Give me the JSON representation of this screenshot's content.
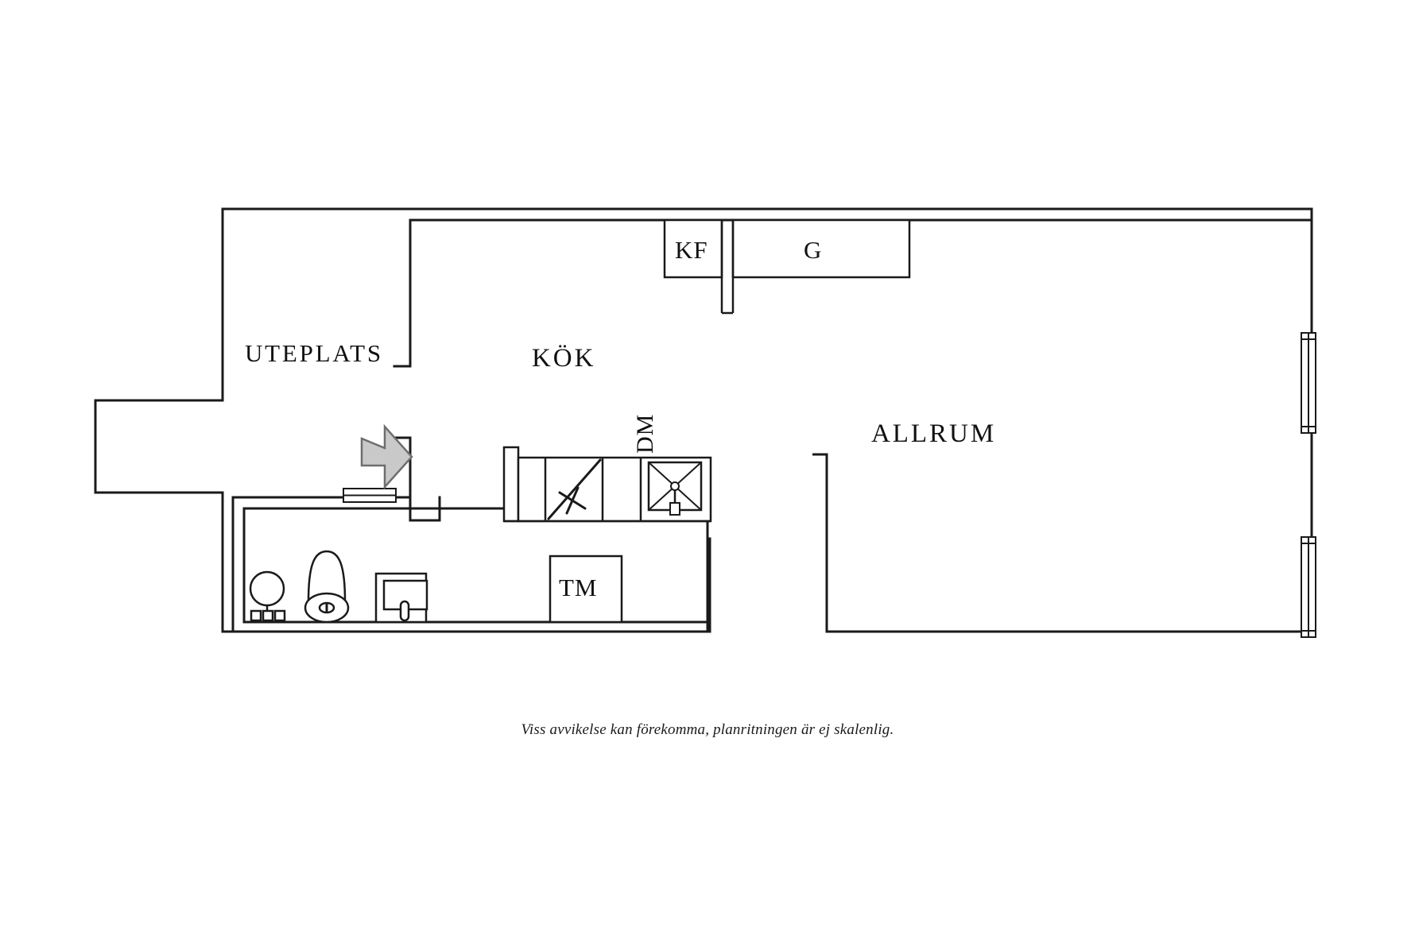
{
  "plan": {
    "title": "Planritning",
    "footer_note": "Viss avvikelse kan förekomma, planritningen är ej skalenlig.",
    "colors": {
      "wall_stroke": "#1a1a1a",
      "thin_stroke": "#2b2b2b",
      "background": "#ffffff",
      "entry_arrow_fill": "#c9c9c9",
      "entry_arrow_stroke": "#6e6e6e",
      "window_fill": "#ffffff",
      "window_stroke": "#1a1a1a"
    },
    "rooms": [
      {
        "id": "uteplats",
        "label": "UTEPLATS",
        "type": "outdoor-patio"
      },
      {
        "id": "kok",
        "label": "KÖK",
        "type": "kitchen"
      },
      {
        "id": "allrum",
        "label": "ALLRUM",
        "type": "living-room"
      },
      {
        "id": "badrum",
        "label": "",
        "type": "bathroom"
      }
    ],
    "appliances": [
      {
        "id": "kf",
        "label": "KF",
        "meaning": "kyl och frys"
      },
      {
        "id": "g",
        "label": "G",
        "meaning": "garderob"
      },
      {
        "id": "dm",
        "label": "DM",
        "meaning": "diskmaskin",
        "rotated": true
      },
      {
        "id": "tm",
        "label": "TM",
        "meaning": "tvättmaskin"
      }
    ],
    "fixtures": [
      {
        "id": "floor-drain",
        "name": "golvbrunn"
      },
      {
        "id": "toilet",
        "name": "toalett"
      },
      {
        "id": "washbasin",
        "name": "tvättställ"
      },
      {
        "id": "kitchen-sink",
        "name": "diskho"
      },
      {
        "id": "cooktop",
        "name": "spis"
      }
    ],
    "openings": [
      {
        "id": "entry-arrow",
        "name": "entre-pil",
        "direction": "right"
      },
      {
        "id": "window-bathroom",
        "name": "fonster-badrum",
        "orientation": "horizontal"
      },
      {
        "id": "window-allrum-upper",
        "name": "fonster-allrum-ovre",
        "orientation": "vertical"
      },
      {
        "id": "window-allrum-lower",
        "name": "fonster-allrum-nedre",
        "orientation": "vertical"
      }
    ]
  }
}
